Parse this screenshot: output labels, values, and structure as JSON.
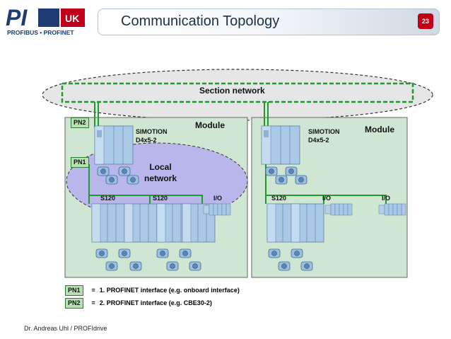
{
  "header": {
    "title": "Communication Topology",
    "page_number": "23"
  },
  "logo": {
    "main_text": "PI",
    "uk_text": "UK",
    "sub_text": "PROFIBUS • PROFINET"
  },
  "diagram": {
    "section_network_label": "Section network",
    "local_network_label": "Local\nnetwork",
    "left_module": {
      "module_label": "Module",
      "controller_label": "SIMOTION\nD4x5-2",
      "pn2_label": "PN2",
      "pn1_label": "PN1",
      "drive_labels": [
        "S120",
        "S120"
      ],
      "io_label": "I/O"
    },
    "right_module": {
      "module_label": "Module",
      "controller_label": "SIMOTION\nD4x5-2",
      "drive_label": "S120",
      "io_labels": [
        "I/O",
        "I/O"
      ]
    }
  },
  "legend": [
    {
      "tag": "PN1",
      "eq": "=",
      "text": "1. PROFINET interface (e.g. onboard interface)"
    },
    {
      "tag": "PN2",
      "eq": "=",
      "text": "2. PROFINET interface (e.g. CBE30-2)"
    }
  ],
  "footer": "Dr. Andreas Uhl / PROFIdrive",
  "colors": {
    "network_green": "#1e9a2e",
    "module_fill": "#cfe6d3",
    "local_net_fill": "#b9b6ec",
    "section_net_fill": "#e6e6e6",
    "device_blue": "#a9c9e6"
  }
}
